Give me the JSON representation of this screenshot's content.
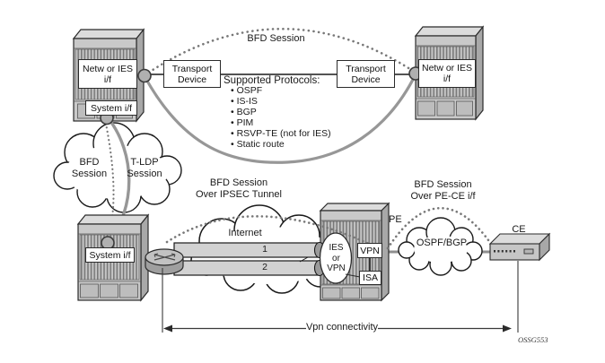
{
  "diagram": {
    "bfd_session_top": "BFD Session",
    "transport_device_left": "Transport Device",
    "transport_device_right": "Transport Device",
    "netw_or_ies_left": "Netw or IES i/f",
    "netw_or_ies_right": "Netw or IES i/f",
    "system_if_top": "System i/f",
    "system_if_bottom": "System i/f",
    "protocols": {
      "heading": "Supported Protocols:",
      "items": [
        "OSPF",
        "IS-IS",
        "BGP",
        "PIM",
        "RSVP-TE (not for IES)",
        "Static route"
      ]
    },
    "left_cloud": {
      "bfd": "BFD Session",
      "tldp": "T-LDP Session"
    },
    "ipsec_title": "BFD Session\nOver IPSEC Tunnel",
    "pece_title": "BFD Session\nOver PE-CE i/f",
    "internet_label": "Internet",
    "tunnel_1": "1",
    "tunnel_2": "2",
    "pe_label": "PE",
    "ies_or_vpn": "IES\nor\nVPN",
    "vpn_label": "VPN",
    "isa_label": "ISA",
    "ospf_bgp": "OSPF/BGP",
    "ce_label": "CE",
    "vpn_connectivity": "Vpn connectivity",
    "figure_id": "OSSG553"
  },
  "colors": {
    "background": "#ffffff",
    "chassis_front": "#c9c9c9",
    "chassis_top": "#dcdcdc",
    "chassis_side": "#a8a8a8",
    "hatch_stripe": "#7a7a7a",
    "session_gray_line": "#979797",
    "dotted_line": "#787878",
    "outline": "#2b2b2b",
    "pipe_fill": "#d2d2d2",
    "pipe_cap": "#9a9a9a",
    "port_fill": "#b0b0b0"
  }
}
